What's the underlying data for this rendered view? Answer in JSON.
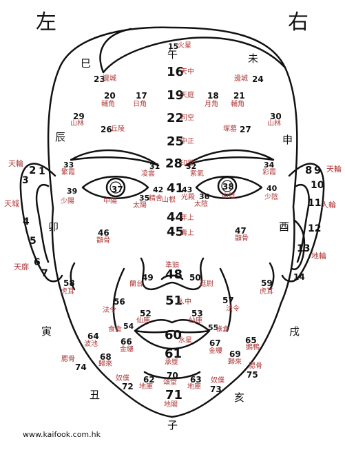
{
  "headings": {
    "left": "左",
    "right": "右"
  },
  "branches": [
    "巳",
    "午",
    "未",
    "辰",
    "申",
    "卯",
    "酉",
    "寅",
    "戌",
    "丑",
    "亥",
    "子"
  ],
  "points": [
    {
      "n": "1",
      "name": ""
    },
    {
      "n": "2",
      "name": ""
    },
    {
      "n": "3",
      "name": ""
    },
    {
      "n": "4",
      "name": ""
    },
    {
      "n": "5",
      "name": ""
    },
    {
      "n": "6",
      "name": ""
    },
    {
      "n": "7",
      "name": ""
    },
    {
      "n": "8",
      "name": ""
    },
    {
      "n": "9",
      "name": ""
    },
    {
      "n": "10",
      "name": ""
    },
    {
      "n": "11",
      "name": ""
    },
    {
      "n": "12",
      "name": ""
    },
    {
      "n": "13",
      "name": ""
    },
    {
      "n": "14",
      "name": ""
    },
    {
      "n": "15",
      "name": "火星"
    },
    {
      "n": "16",
      "name": "天中"
    },
    {
      "n": "17",
      "name": "日角"
    },
    {
      "n": "18",
      "name": "月角"
    },
    {
      "n": "19",
      "name": "天庭"
    },
    {
      "n": "20",
      "name": "輔角"
    },
    {
      "n": "21",
      "name": "輔角"
    },
    {
      "n": "22",
      "name": "司空"
    },
    {
      "n": "23",
      "name": "邊城"
    },
    {
      "n": "24",
      "name": "邊城"
    },
    {
      "n": "25",
      "name": "中正"
    },
    {
      "n": "26",
      "name": "丘陵"
    },
    {
      "n": "27",
      "name": "塚墓"
    },
    {
      "n": "28",
      "name": "印堂"
    },
    {
      "n": "29",
      "name": "山林"
    },
    {
      "n": "30",
      "name": "山林"
    },
    {
      "n": "31",
      "name": "凌雲"
    },
    {
      "n": "32",
      "name": "紫氣"
    },
    {
      "n": "33",
      "name": "繁霞"
    },
    {
      "n": "34",
      "name": "彩霞"
    },
    {
      "n": "35",
      "name": "太陽"
    },
    {
      "n": "36",
      "name": "太陰"
    },
    {
      "n": "37",
      "name": "中陽"
    },
    {
      "n": "38",
      "name": "中陰"
    },
    {
      "n": "39",
      "name": "少陽"
    },
    {
      "n": "40",
      "name": "少陰"
    },
    {
      "n": "41",
      "name": "山根"
    },
    {
      "n": "42",
      "name": "精舍"
    },
    {
      "n": "43",
      "name": "光殿"
    },
    {
      "n": "44",
      "name": "年上"
    },
    {
      "n": "45",
      "name": "壽上"
    },
    {
      "n": "46",
      "name": "顴骨"
    },
    {
      "n": "47",
      "name": "顴骨"
    },
    {
      "n": "48",
      "name": "準頭"
    },
    {
      "n": "49",
      "name": "蘭台"
    },
    {
      "n": "50",
      "name": "廷尉"
    },
    {
      "n": "51",
      "name": "人中"
    },
    {
      "n": "52",
      "name": "仙庫"
    },
    {
      "n": "53",
      "name": "仙庫"
    },
    {
      "n": "54",
      "name": "食倉"
    },
    {
      "n": "55",
      "name": "祿倉"
    },
    {
      "n": "56",
      "name": "法令"
    },
    {
      "n": "57",
      "name": "法令"
    },
    {
      "n": "58",
      "name": "虎耳"
    },
    {
      "n": "59",
      "name": "虎耳"
    },
    {
      "n": "60",
      "name": "水星"
    },
    {
      "n": "61",
      "name": "承漿"
    },
    {
      "n": "62",
      "name": "地庫"
    },
    {
      "n": "63",
      "name": "地庫"
    },
    {
      "n": "64",
      "name": "波池"
    },
    {
      "n": "65",
      "name": "鵝鴨"
    },
    {
      "n": "66",
      "name": "金縷"
    },
    {
      "n": "67",
      "name": "金縷"
    },
    {
      "n": "68",
      "name": "歸來"
    },
    {
      "n": "69",
      "name": "歸來"
    },
    {
      "n": "70",
      "name": "頌堂"
    },
    {
      "n": "71",
      "name": "地閣"
    },
    {
      "n": "72",
      "name": "奴僕"
    },
    {
      "n": "73",
      "name": "奴僕"
    },
    {
      "n": "74",
      "name": "腮骨"
    },
    {
      "n": "75",
      "name": "腮骨"
    }
  ],
  "ear_labels": {
    "left": [
      "天輪",
      "天城",
      "天廓"
    ],
    "right": [
      "天輪",
      "人輪",
      "地輪"
    ]
  },
  "website": "www.kaifook.com.hk"
}
